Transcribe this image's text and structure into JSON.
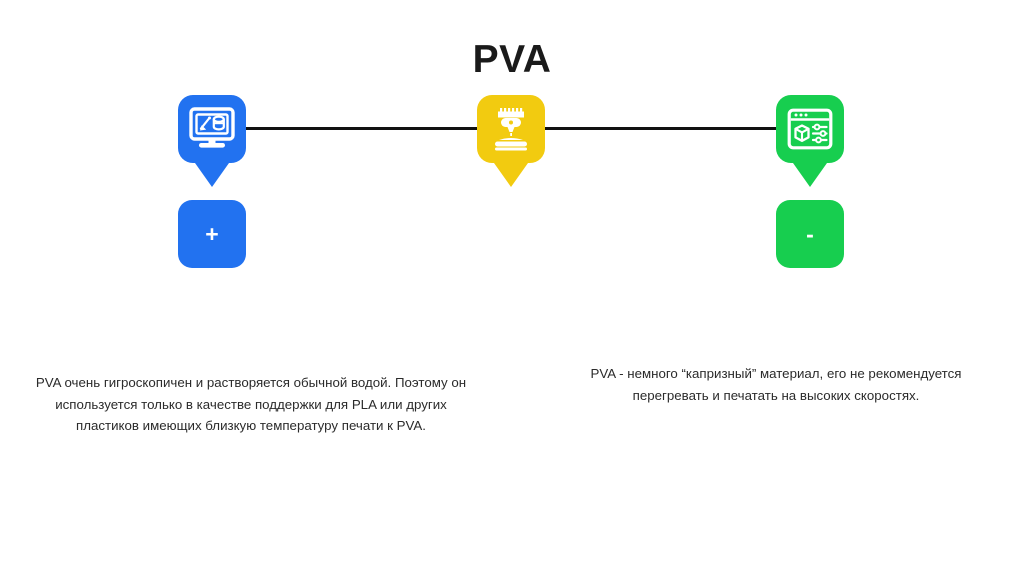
{
  "page": {
    "title": "PVA",
    "background_color": "#ffffff",
    "text_color": "#2b2b2b"
  },
  "colors": {
    "blue": "#1f6feb",
    "blue_alt": "#2272f0",
    "yellow": "#f2cb10",
    "green": "#17ce4f",
    "line": "#111111",
    "title": "#1a1a1a"
  },
  "flow": {
    "nodes": [
      {
        "id": "modeling",
        "icon": "computer-monitor-3d-model-icon",
        "color": "#2272f0",
        "sign": "+",
        "sign_present": true
      },
      {
        "id": "printer",
        "icon": "3d-printer-icon",
        "color": "#f2cb10",
        "sign": "",
        "sign_present": false
      },
      {
        "id": "slicer",
        "icon": "slicer-settings-window-icon",
        "color": "#17ce4f",
        "sign": "-",
        "sign_present": true
      }
    ]
  },
  "captions": {
    "pros": "PVA очень гигроскопичен и растворяется обычной водой. Поэтому он используется только в качестве поддержки для PLA или других пластиков имеющих близкую температуру печати к PVA.",
    "cons": "PVA - немного “капризный” материал, его не рекомендуется перегревать и печатать на высоких скоростях."
  }
}
